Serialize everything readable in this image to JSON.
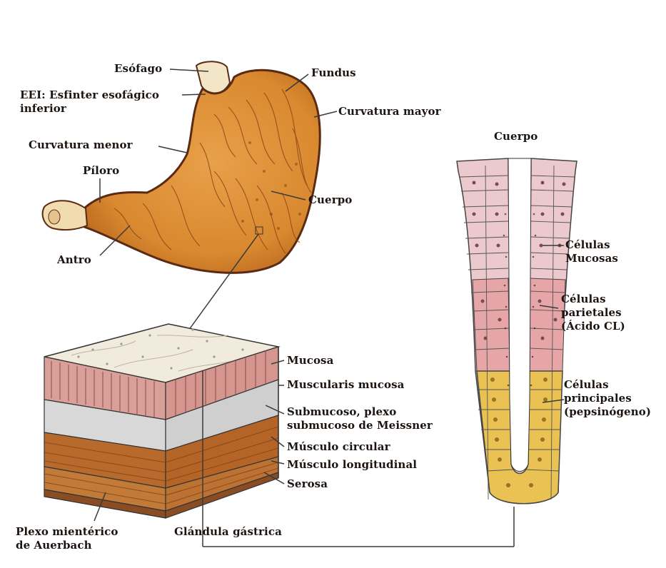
{
  "colors": {
    "stomach_fill": "#d9892f",
    "stomach_edge": "#5a2a12",
    "esophagus": "#f3e6c8",
    "mucosa_top": "#f1ebde",
    "mucosa_side": "#d9a09a",
    "submucosa": "#d8d8d8",
    "muscle": "#b86a2c",
    "mucous_cells": "#ecc9cc",
    "parietal_cells": "#e6a6a8",
    "chief_cells": "#eac254",
    "leader_line": "#3a3a3a"
  },
  "stomach_labels": {
    "esofago": "Esófago",
    "eei": [
      "EEI: Esfinter esofágico",
      "inferior"
    ],
    "fundus": "Fundus",
    "curvatura_mayor": "Curvatura mayor",
    "curvatura_menor": "Curvatura menor",
    "piloro": "Píloro",
    "cuerpo": "Cuerpo",
    "antro": "Antro"
  },
  "wall_labels": {
    "mucosa": "Mucosa",
    "muscularis_mucosa": "Muscularis mucosa",
    "submucoso": [
      "Submucoso, plexo",
      "submucoso de Meissner"
    ],
    "musculo_circular": "Músculo circular",
    "musculo_longitudinal": "Músculo longitudinal",
    "serosa": "Serosa",
    "plexo_mienterico": [
      "Plexo mientérico",
      "de Auerbach"
    ],
    "glandula_gastrica": "Glándula gástrica"
  },
  "gland_labels": {
    "cuerpo": "Cuerpo",
    "celulas_mucosas": [
      "Células",
      "Mucosas"
    ],
    "celulas_parietales": [
      "Células",
      "parietales",
      "(Ácido CL)"
    ],
    "celulas_principales": [
      "Células",
      "principales",
      "(pepsinógeno)"
    ]
  }
}
